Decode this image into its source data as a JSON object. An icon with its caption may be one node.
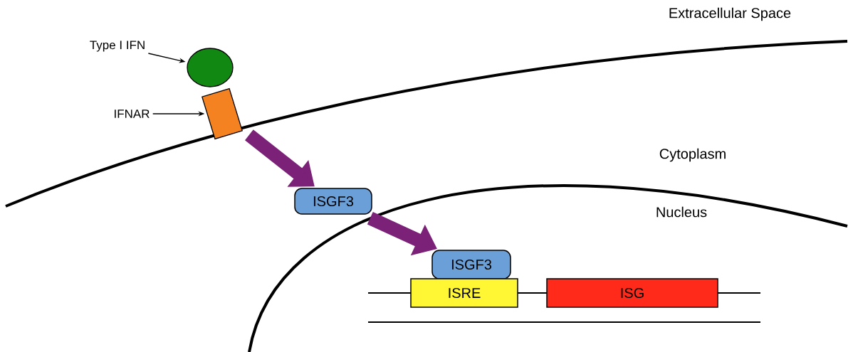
{
  "diagram": {
    "nodes": [
      {
        "text": [
          "Type I IFN"
        ]
      },
      {
        "text": [],
        "shape": "circle"
      },
      {
        "text": [
          "IFNAR"
        ]
      },
      {
        "text": [],
        "shape": "bar"
      },
      {
        "text": [
          "ISGF3"
        ]
      },
      {
        "text": [
          "ISGF3"
        ]
      },
      {
        "text": [
          "ISRE"
        ]
      },
      {
        "text": [
          "ISG"
        ]
      }
    ],
    "edges": [
      {
        "from": 0,
        "to": 1,
        "arrow": "to"
      },
      {
        "from": 2,
        "to": 3,
        "arrow": "to"
      },
      {
        "from": 3,
        "to": 4,
        "arrow": "to",
        "style": "thick",
        "color": "#7b2178"
      },
      {
        "from": 4,
        "to": 5,
        "arrow": "to",
        "style": "thick",
        "color": "#7b2178"
      }
    ],
    "labels": [
      "Extracellular Space",
      "Cytoplasm",
      "Nucleus"
    ]
  }
}
